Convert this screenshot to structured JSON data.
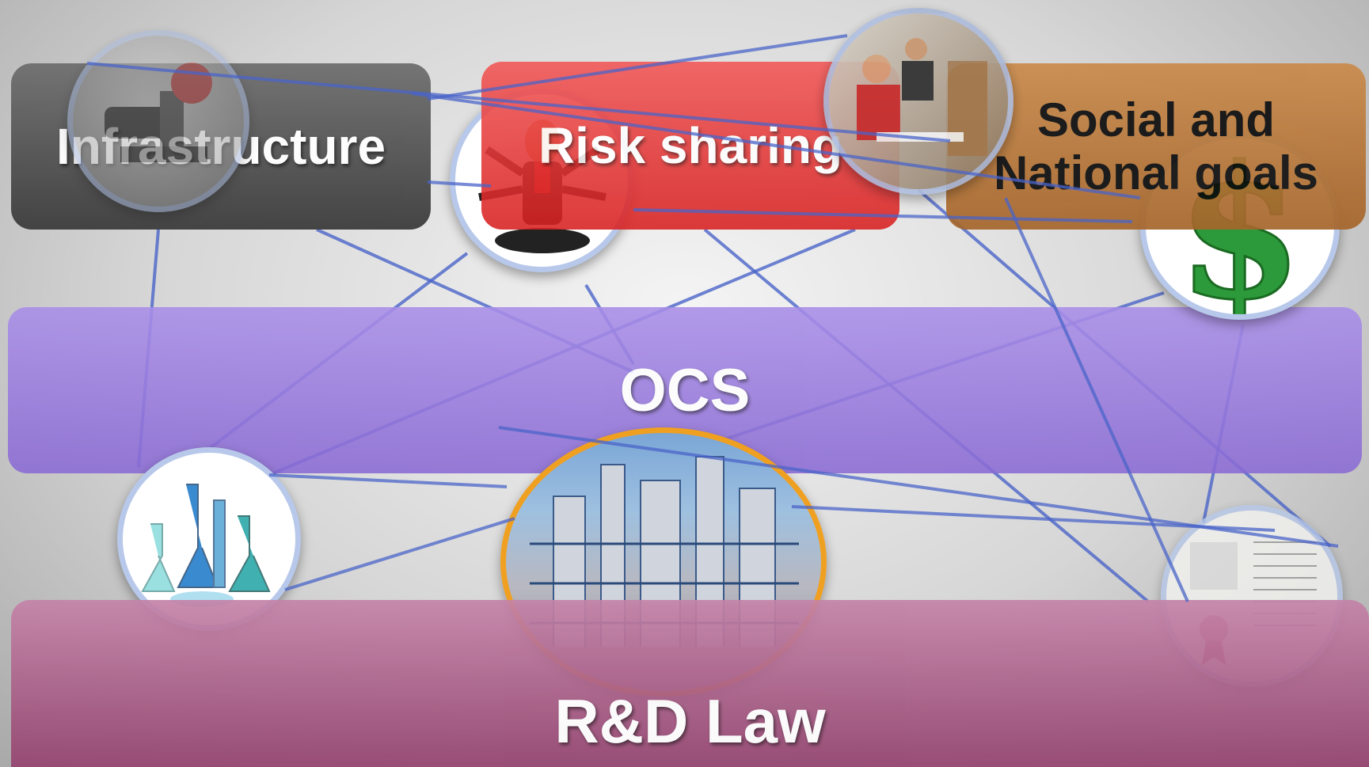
{
  "boxes": {
    "infrastructure": "Infrastructure",
    "risk_sharing": "Risk sharing",
    "social_line1": "Social and",
    "social_line2": "National  goals",
    "ocs": "OCS",
    "rnd_law": "R&D Law"
  },
  "images": {
    "lab_researcher": "microscope-researcher-photo",
    "multitasking_man": "multitasking-businessman-cartoon",
    "computer_room": "students-at-computers-photo",
    "dollar": "dollar-sign-icon",
    "lab_glassware": "laboratory-flasks-photo",
    "refinery": "industrial-plant-photo",
    "patent": "us-patent-document-photo"
  },
  "colors": {
    "infrastructure": "#4a4a4a",
    "risk_sharing": "#e03030",
    "social": "#b87838",
    "ocs": "#9478dc",
    "rnd_law": "#a85482",
    "connector": "#4a64c8"
  }
}
